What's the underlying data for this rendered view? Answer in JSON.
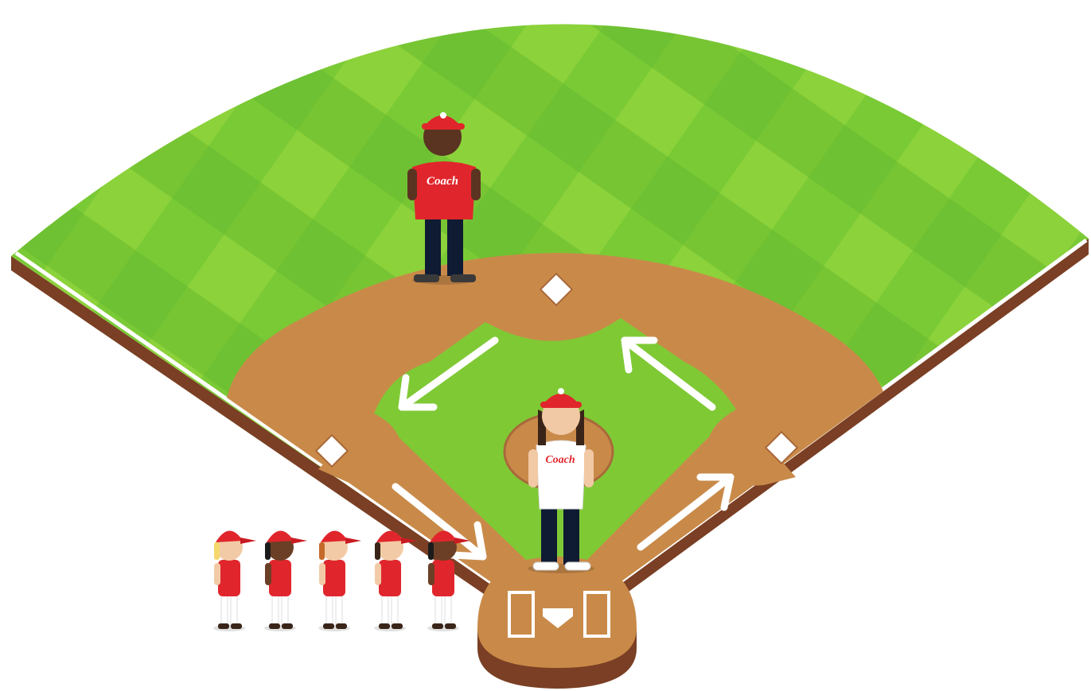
{
  "scene": {
    "colors": {
      "grass_light": "#8cd23a",
      "grass_dark": "#5fb72d",
      "dirt": "#c98a49",
      "dirt_edge": "#b7773d",
      "field_side": "#7a3f24",
      "chalk": "#ffffff",
      "jersey_red": "#e0262c",
      "pants_navy": "#0f1a33"
    },
    "coaches": [
      {
        "id": "outfield-coach",
        "label": "Coach",
        "shirt": "#e0262c",
        "text_color": "#ffffff",
        "skin": "#5a3421"
      },
      {
        "id": "pitcher-coach",
        "label": "Coach",
        "shirt": "#ffffff",
        "text_color": "#e0262c",
        "skin": "#f1c9a5"
      }
    ],
    "players": [
      {
        "id": "player-1",
        "skin": "#f2cba6",
        "hair": "#f5d76e"
      },
      {
        "id": "player-2",
        "skin": "#6b3f26",
        "hair": "#1b1b1b"
      },
      {
        "id": "player-3",
        "skin": "#f2cba6",
        "hair": "#c56a2b"
      },
      {
        "id": "player-4",
        "skin": "#f2cba6",
        "hair": "#3a2418"
      },
      {
        "id": "player-5",
        "skin": "#6b3f26",
        "hair": "#1b1b1b"
      }
    ],
    "arrows": [
      "home-to-first",
      "first-to-second",
      "second-to-third",
      "third-to-home"
    ]
  }
}
